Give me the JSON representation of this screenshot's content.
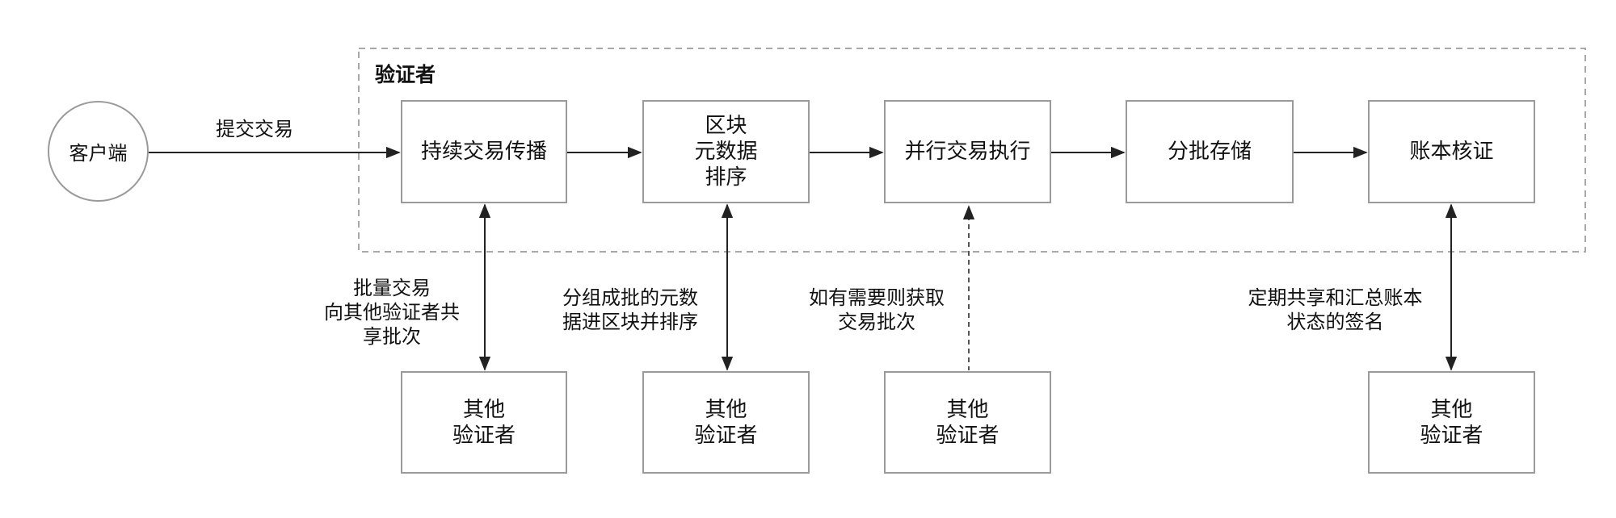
{
  "boundary": {
    "title": "验证者"
  },
  "client": {
    "label": "客户端"
  },
  "submit_label": "提交交易",
  "pipeline": [
    {
      "lines": [
        "持续交易传播"
      ]
    },
    {
      "lines": [
        "区块",
        "元数据",
        "排序"
      ]
    },
    {
      "lines": [
        "并行交易执行"
      ]
    },
    {
      "lines": [
        "分批存储"
      ]
    },
    {
      "lines": [
        "账本核证"
      ]
    }
  ],
  "others": [
    {
      "lines": [
        "其他",
        "验证者"
      ]
    },
    {
      "lines": [
        "其他",
        "验证者"
      ]
    },
    {
      "lines": [
        "其他",
        "验证者"
      ]
    },
    {
      "lines": [
        "其他",
        "验证者"
      ]
    }
  ],
  "link_labels": [
    {
      "lines": [
        "批量交易",
        "向其他验证者共",
        "享批次"
      ]
    },
    {
      "lines": [
        "分组成批的元数",
        "据进区块并排序"
      ]
    },
    {
      "lines": [
        "如有需要则获取",
        "交易批次"
      ]
    },
    {
      "lines": [
        "定期共享和汇总账本",
        "状态的签名"
      ]
    }
  ]
}
